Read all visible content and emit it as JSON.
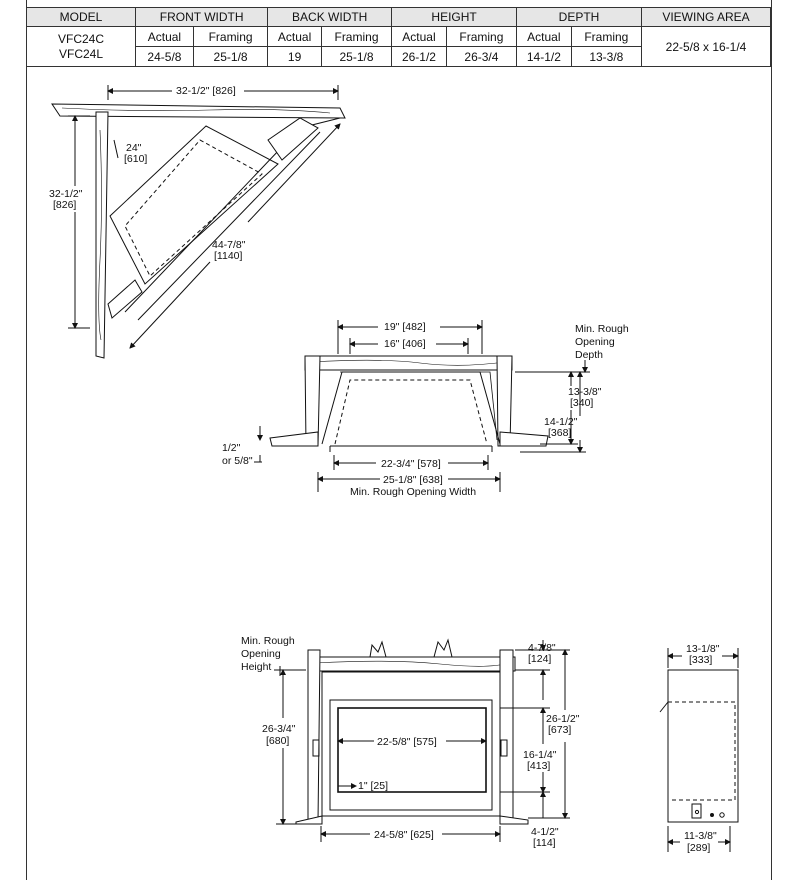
{
  "table": {
    "headers": [
      "MODEL",
      "FRONT WIDTH",
      "BACK WIDTH",
      "HEIGHT",
      "DEPTH",
      "VIEWING AREA"
    ],
    "subheaders": [
      "Actual",
      "Framing",
      "Actual",
      "Framing",
      "Actual",
      "Framing",
      "Actual",
      "Framing"
    ],
    "model_line1": "VFC24C",
    "model_line2": "VFC24L",
    "values": [
      "24-5/8",
      "25-1/8",
      "19",
      "25-1/8",
      "26-1/2",
      "26-3/4",
      "14-1/2",
      "13-3/8"
    ],
    "viewing_area": "22-5/8 x 16-1/4"
  },
  "corner_view": {
    "width": "32-1/2\" [826]",
    "side_a": "24\"",
    "side_a_mm": "[610]",
    "height_a": "32-1/2\"",
    "height_a_mm": "[826]",
    "diag": "44-7/8\"",
    "diag_mm": "[1140]"
  },
  "top_view": {
    "back_width": "19\" [482]",
    "inner_back": "16\" [406]",
    "min_depth_1": "Min. Rough",
    "min_depth_2": "Opening",
    "min_depth_3": "Depth",
    "depth_a": "13-3/8\"",
    "depth_a_mm": "[340]",
    "depth_b": "14-1/2\"",
    "depth_b_mm": "[368]",
    "offset_1": "1/2\"",
    "offset_2": "or 5/8\"",
    "front_actual": "22-3/4\" [578]",
    "front_framing": "25-1/8\" [638]",
    "min_width": "Min. Rough Opening Width"
  },
  "front_view": {
    "min_h_1": "Min. Rough",
    "min_h_2": "Opening",
    "min_h_3": "Height",
    "height_framing": "26-3/4\"",
    "height_framing_mm": "[680]",
    "view_width": "22-5/8\" [575]",
    "one_inch": "1\" [25]",
    "bottom_width": "24-5/8\" [625]",
    "top_dim": "4-7/8\"",
    "top_dim_mm": "[124]",
    "height_actual": "26-1/2\"",
    "height_actual_mm": "[673]",
    "view_height": "16-1/4\"",
    "view_height_mm": "[413]",
    "base_dim": "4-1/2\"",
    "base_dim_mm": "[114]"
  },
  "side_view": {
    "top_depth": "13-1/8\"",
    "top_depth_mm": "[333]",
    "bottom_depth": "11-3/8\"",
    "bottom_depth_mm": "[289]"
  }
}
